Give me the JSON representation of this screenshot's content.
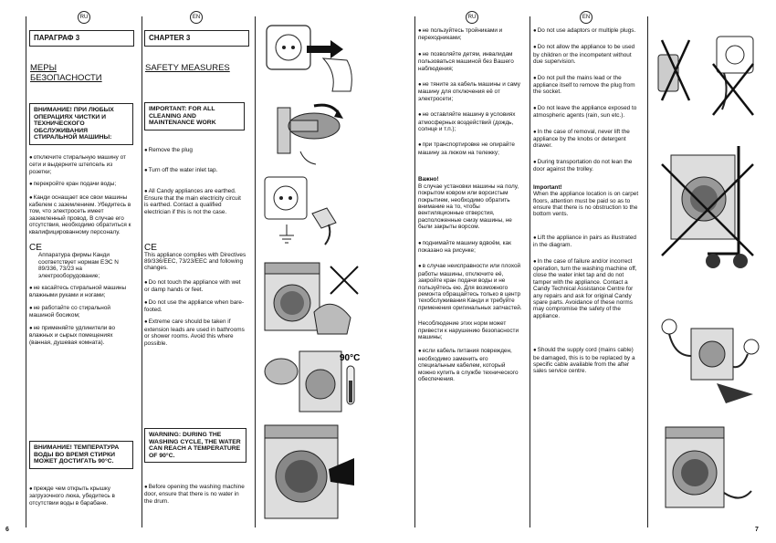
{
  "left": {
    "page_number": "6",
    "lang_ru": "RU",
    "lang_en": "EN",
    "ru": {
      "chapter": "ПАРАГРАФ 3",
      "title": "МЕРЫ БЕЗОПАСНОСТИ",
      "important": "ВНИМАНИЕ! ПРИ ЛЮБЫХ ОПЕРАЦИЯХ ЧИСТКИ И ТЕХНИЧЕСКОГО ОБСЛУЖИВАНИЯ СТИРАЛЬНОЙ МАШИНЫ:",
      "items": [
        "отключите стиральную машину от сети и выдерните штепсель из розетки;",
        "перекройте кран подачи воды;",
        "Канди оснащает все свои машины кабелем с заземлением. Убедитесь в том, что электросеть имеет заземленный провод. В случае его отсутствия, необходимо обратиться к квалифицированному персоналу.",
        "Аппаратура фирмы Канди соответствует нормам ЕЭС N 89/336, 73/23 на электрооборудование;",
        "не касайтесь стиральной машины влажными руками и ногами;",
        "не работайте со стиральной машиной босиком;",
        "не применяйте удлинители во влажных и сырых помещениях (ванная, душевая комната)."
      ],
      "ce_mark": "CE",
      "warning": "ВНИМАНИЕ! ТЕМПЕРАТУРА ВОДЫ ВО ВРЕМЯ СТИРКИ МОЖЕТ ДОСТИГАТЬ 90°С.",
      "last": "прежде чем открыть крышку загрузочного люка, убедитесь в отсутствии воды в барабане."
    },
    "en": {
      "chapter": "CHAPTER 3",
      "title": "SAFETY MEASURES",
      "important": "IMPORTANT: FOR ALL CLEANING AND MAINTENANCE WORK",
      "items": [
        "Remove the plug",
        "Turn off the water inlet tap.",
        "All Candy appliances are earthed. Ensure that the main electricity circuit is earthed. Contact a qualified electrician if this is not the case.",
        "This appliance complies with Directives 89/336/EEC, 73/23/EEC and following changes.",
        "Do not touch the appliance with wet or damp hands or feet.",
        "Do not use the appliance when bare-footed.",
        "Extreme care should be taken if extension leads are used in bathrooms or shower rooms. Avoid this where possible."
      ],
      "ce_mark": "CE",
      "warning": "WARNING: DURING THE WASHING CYCLE, THE WATER CAN REACH A TEMPERATURE OF 90°C.",
      "last": "Before opening the washing machine door, ensure that there is no water in the drum."
    },
    "temp_label": "90°C"
  },
  "right": {
    "page_number": "7",
    "lang_ru": "RU",
    "lang_en": "EN",
    "ru_items": [
      "не пользуйтесь тройниками и переходниками;",
      "не позволяйте детям, инвалидам пользоваться машиной без Вашего наблюдения;",
      "не тяните за кабель машины и саму машину для отключения её от электросети;",
      "не оставляйте машину в условиях атмосферных воздействий (дождь, солнце и т.п.);",
      "при транспортировке не опирайте машину за люком на тележку;"
    ],
    "ru_important_head": "Важно!",
    "ru_important": "В случае установки машины на полу, покрытом ковром или ворсистым покрытием, необходимо обратить внимание на то, чтобы вентиляционные отверстия, расположенные снизу машины, не были закрыты ворсом.",
    "ru_items2": [
      "поднимайте машину вдвоём, как показано на рисунке;",
      "в случае неисправности или плохой работы машины, отключите её, закройте кран подачи воды и не пользуйтесь ею. Для возможного ремонта обращайтесь только в центр техобслуживания Канди и требуйте применения оригинальных запчастей."
    ],
    "ru_note_head": "Несоблюдение этих норм может привести к нарушению безопасности машины;",
    "ru_last": "если кабель питания поврежден, необходимо заменить его специальным кабелем, который можно купить в службе технического обеспечения.",
    "en_items": [
      "Do not use adaptors or multiple plugs.",
      "Do not allow the appliance to be used by children or the incompetent without due supervision.",
      "Do not pull the mains lead or the appliance itself to remove the plug from the socket.",
      "Do not leave the appliance exposed to atmospheric agents (rain, sun etc.).",
      "In the case of removal, never lift the appliance by the knobs or detergent drawer.",
      "During transportation do not lean the door against the trolley."
    ],
    "en_important_head": "Important!",
    "en_important": "When the appliance location is on carpet floors, attention must be paid so as to ensure that there is no obstruction to the bottom vents.",
    "en_items2": [
      "Lift the appliance in pairs as illustrated in the diagram.",
      "In the case of failure and/or incorrect operation, turn the washing machine off, close the water inlet tap and do not tamper with the appliance. Contact a Candy Technical Assistance Centre for any repairs and ask for original Candy spare parts. Avoidance of these norms may compromise the safety of the appliance.",
      "Should the supply cord (mains cable) be damaged, this is to be replaced by a specific cable available from the after sales service centre."
    ]
  }
}
